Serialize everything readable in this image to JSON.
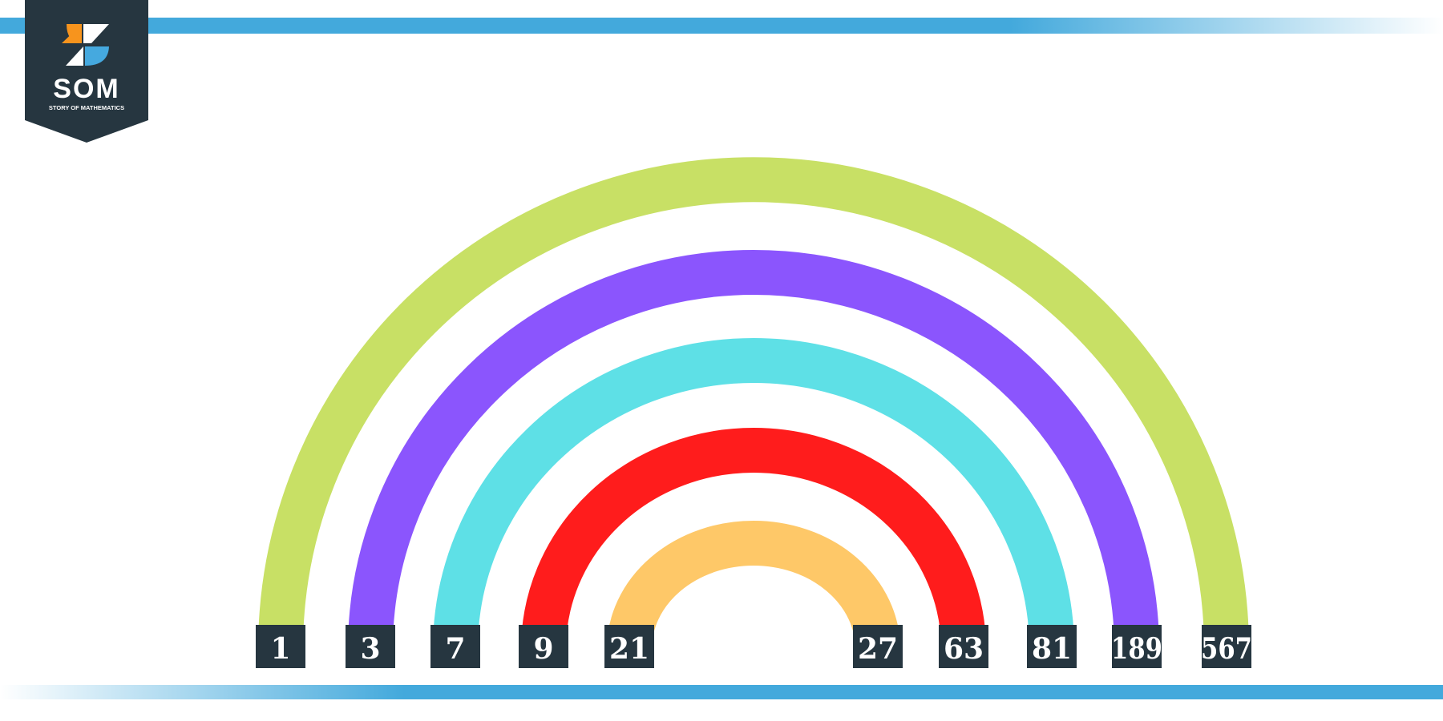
{
  "logo": {
    "wordmark": "SOM",
    "tagline": "STORY OF MATHEMATICS",
    "colors": {
      "badge": "#263640",
      "orange": "#f7941d",
      "blue": "#45a9df",
      "white": "#ffffff"
    }
  },
  "colors": {
    "bars": "#43a9dc",
    "label_box": "#263640",
    "label_text": "#ffffff"
  },
  "factor_pairs": [
    {
      "left": "1",
      "right": "567",
      "color": "#c8e065"
    },
    {
      "left": "3",
      "right": "189",
      "color": "#8b55fd"
    },
    {
      "left": "7",
      "right": "81",
      "color": "#5ee0e6"
    },
    {
      "left": "9",
      "right": "63",
      "color": "#ff1c1c"
    },
    {
      "left": "21",
      "right": "27",
      "color": "#fec868"
    }
  ]
}
